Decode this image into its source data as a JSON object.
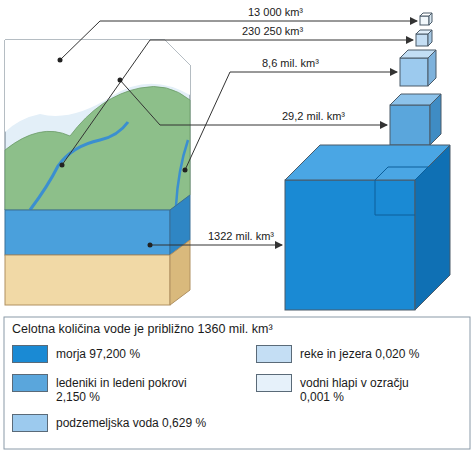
{
  "diagram": {
    "title": "Celotna količina vode je približno 1360 mil. km³",
    "labels": [
      "13 000 km³",
      "230 250 km³",
      "8,6 mil. km³",
      "29,2 mil. km³",
      "1322 mil. km³"
    ],
    "legend": [
      {
        "text": "morja 97,200 %",
        "color": "#1a8ad4"
      },
      {
        "text": "ledeniki in ledeni pokrovi 2,150 %",
        "color": "#5aa6dc"
      },
      {
        "text": "podzemeljska voda 0,629 %",
        "color": "#9ccaee"
      },
      {
        "text": "reke in jezera 0,020 %",
        "color": "#c4def4"
      },
      {
        "text": "vodni hlapi v ozračju 0,001 %",
        "color": "#e6f1fa"
      }
    ]
  }
}
